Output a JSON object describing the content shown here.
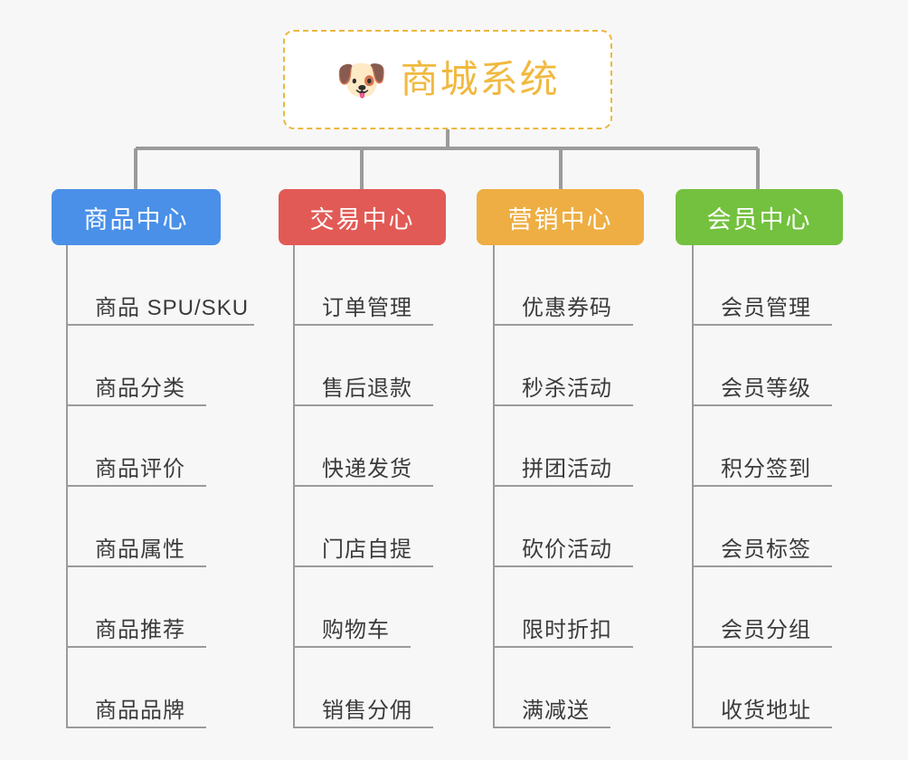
{
  "page": {
    "background_color": "#f7f7f7",
    "title": "商城系统 功能架构图"
  },
  "root": {
    "icon": "dog-face-emoji",
    "icon_glyph": "🐶",
    "title": "商城系统",
    "title_color": "#f0b93f",
    "border_color": "#ecb73f",
    "border_style": "dashed",
    "background_color": "#ffffff"
  },
  "connector": {
    "color": "#9b9b9b"
  },
  "columns": [
    {
      "id": "product-center",
      "header": "商品中心",
      "color": "#4a90e8",
      "items": [
        {
          "label": "商品 SPU/SKU",
          "width": "wide"
        },
        {
          "label": "商品分类",
          "width": "normal"
        },
        {
          "label": "商品评价",
          "width": "normal"
        },
        {
          "label": "商品属性",
          "width": "normal"
        },
        {
          "label": "商品推荐",
          "width": "normal"
        },
        {
          "label": "商品品牌",
          "width": "normal"
        }
      ]
    },
    {
      "id": "trade-center",
      "header": "交易中心",
      "color": "#e25a55",
      "items": [
        {
          "label": "订单管理",
          "width": "normal"
        },
        {
          "label": "售后退款",
          "width": "normal"
        },
        {
          "label": "快递发货",
          "width": "normal"
        },
        {
          "label": "门店自提",
          "width": "normal"
        },
        {
          "label": "购物车",
          "width": "short"
        },
        {
          "label": "销售分佣",
          "width": "normal"
        }
      ]
    },
    {
      "id": "marketing-center",
      "header": "营销中心",
      "color": "#eeae43",
      "items": [
        {
          "label": "优惠券码",
          "width": "normal"
        },
        {
          "label": "秒杀活动",
          "width": "normal"
        },
        {
          "label": "拼团活动",
          "width": "normal"
        },
        {
          "label": "砍价活动",
          "width": "normal"
        },
        {
          "label": "限时折扣",
          "width": "normal"
        },
        {
          "label": "满减送",
          "width": "short"
        }
      ]
    },
    {
      "id": "member-center",
      "header": "会员中心",
      "color": "#73c13e",
      "items": [
        {
          "label": "会员管理",
          "width": "normal"
        },
        {
          "label": "会员等级",
          "width": "normal"
        },
        {
          "label": "积分签到",
          "width": "normal"
        },
        {
          "label": "会员标签",
          "width": "normal"
        },
        {
          "label": "会员分组",
          "width": "normal"
        },
        {
          "label": "收货地址",
          "width": "normal"
        }
      ]
    }
  ]
}
